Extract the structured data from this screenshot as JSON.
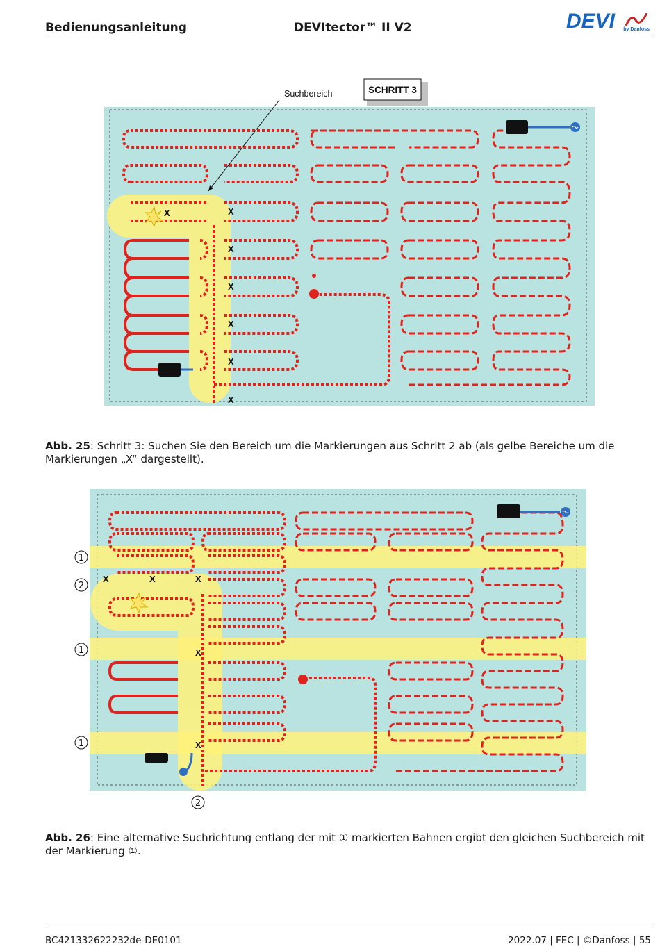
{
  "header": {
    "left": "Bedienungsanleitung",
    "center": "DEVItector™ II V2",
    "logo_text": "DEVI",
    "logo_sub": "by Danfoss"
  },
  "figure25": {
    "search_label": "Suchbereich",
    "step_label": "SCHRITT 3",
    "marker": "X",
    "caption_bold": "Abb. 25",
    "caption_text": ": Schritt 3: Suchen Sie den Bereich um die Markierungen aus Schritt 2 ab (als gelbe Bereiche um die Markierungen „X“ dargestellt)."
  },
  "figure26": {
    "marker": "X",
    "label_1": "1",
    "label_2": "2",
    "caption_bold": "Abb. 26",
    "caption_text": ": Eine alternative Suchrichtung entlang der mit ① markierten Bahnen ergibt den gleichen Suchbereich mit der Markierung ①."
  },
  "footer": {
    "left": "BC421332622232de-DE0101",
    "right": "2022.07 | FEC | ©Danfoss | 55"
  },
  "colors": {
    "panel": "#b9e3e0",
    "cable_red": "#e0231c",
    "cable_blue": "#2f6fc4",
    "highlight": "#fff27a",
    "logo_blue": "#1565c0"
  }
}
